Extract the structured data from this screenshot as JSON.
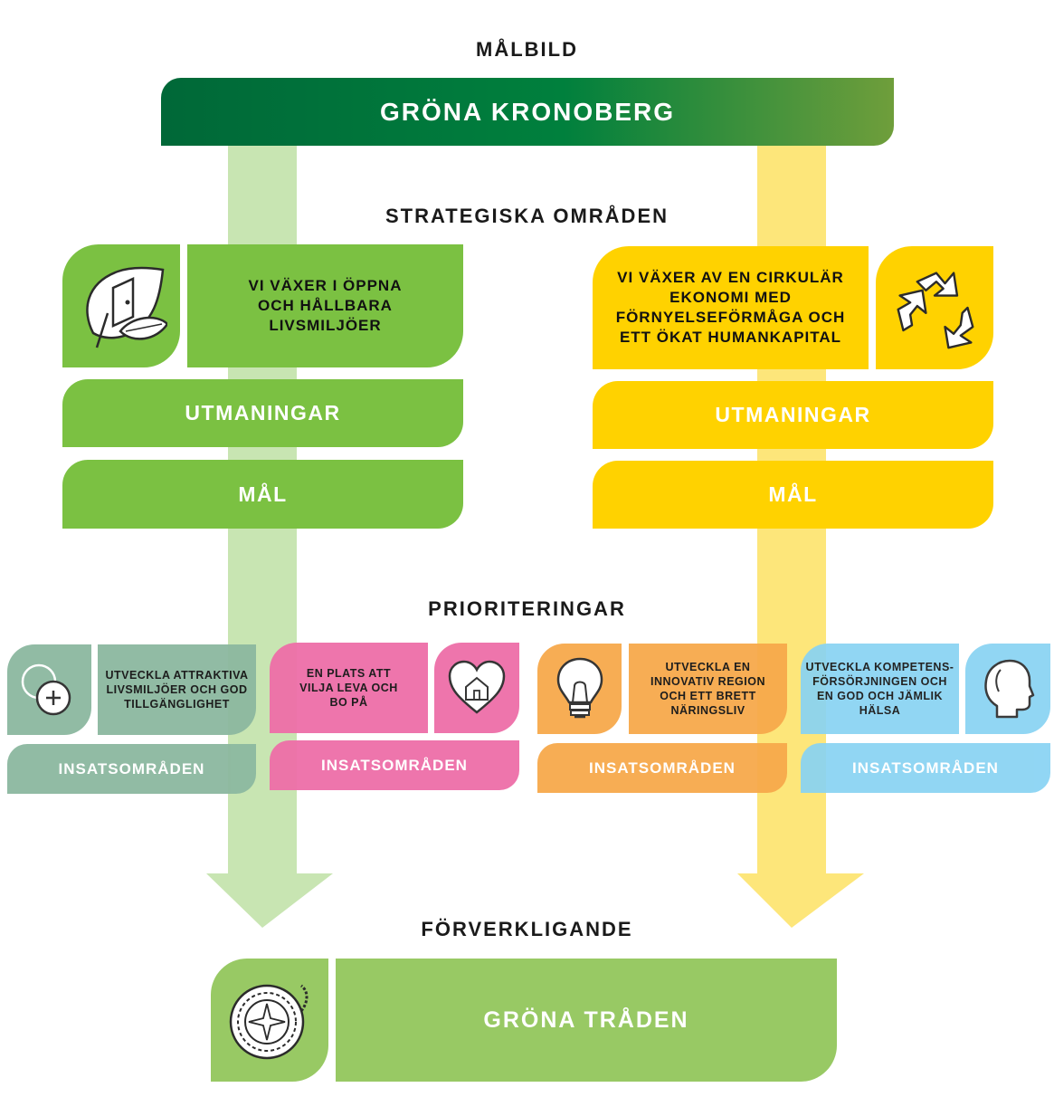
{
  "malbild": {
    "heading": "MÅLBILD",
    "title": "GRÖNA KRONOBERG"
  },
  "strategiska": {
    "heading": "STRATEGISKA OMRÅDEN",
    "left": {
      "title": "VI VÄXER I ÖPPNA OCH HÅLLBARA LIVSMILJÖER",
      "utmaningar": "UTMANINGAR",
      "mal": "MÅL",
      "icon": "leaf-door-icon",
      "color": "#7bc142"
    },
    "right": {
      "title": "VI VÄXER AV EN CIRKULÄR EKONOMI MED FÖRNYELSEFÖRMÅGA OCH ETT ÖKAT HUMANKAPITAL",
      "utmaningar": "UTMANINGAR",
      "mal": "MÅL",
      "icon": "recycle-icon",
      "color": "#ffd200"
    }
  },
  "prioriteringar": {
    "heading": "PRIORITERINGAR",
    "items": [
      {
        "title": "UTVECKLA ATTRAKTIVA LIVSMILJÖER OCH GOD TILLGÄNGLIGHET",
        "action": "INSATSOMRÅDEN",
        "icon": "circles-plus-icon",
        "color": "#8cb8a0"
      },
      {
        "title": "EN PLATS ATT VILJA LEVA OCH BO PÅ",
        "action": "INSATSOMRÅDEN",
        "icon": "heart-house-icon",
        "color": "#ee6ea8"
      },
      {
        "title": "UTVECKLA EN INNOVATIV REGION OCH ETT BRETT NÄRINGSLIV",
        "action": "INSATSOMRÅDEN",
        "icon": "lightbulb-icon",
        "color": "#f7a94b"
      },
      {
        "title": "UTVECKLA KOMPETENS-FÖRSÖRJNINGEN OCH EN GOD OCH JÄMLIK HÄLSA",
        "action": "INSATSOMRÅDEN",
        "icon": "head-profile-icon",
        "color": "#88d3f3"
      }
    ]
  },
  "forverkligande": {
    "heading": "FÖRVERKLIGANDE",
    "title": "GRÖNA TRÅDEN",
    "icon": "compass-rope-icon",
    "color": "#98c964"
  },
  "colors": {
    "arrow_green": "#c8e5b2",
    "arrow_yellow": "#fde67a",
    "header_dark": "#006838",
    "header_mid": "#00803d",
    "header_light": "#6f9e3b"
  }
}
